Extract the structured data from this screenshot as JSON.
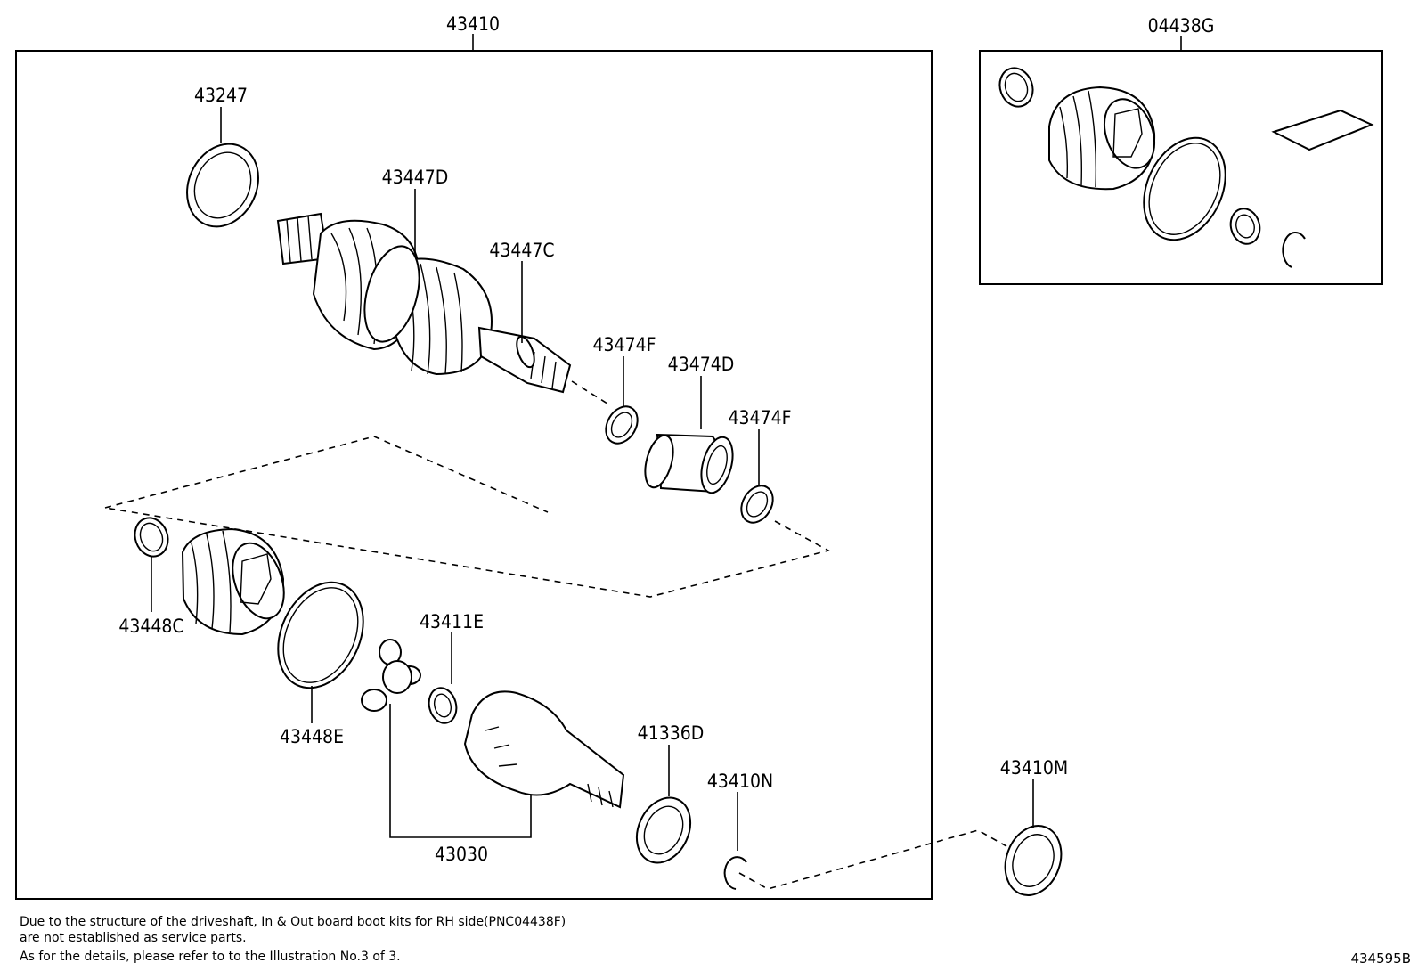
{
  "diagram": {
    "assembly_label": "43410",
    "kit_label": "04438G",
    "part_labels": {
      "p43247": "43247",
      "p43447D": "43447D",
      "p43447C": "43447C",
      "p43474F_a": "43474F",
      "p43474D": "43474D",
      "p43474F_b": "43474F",
      "p43448C": "43448C",
      "p43448E": "43448E",
      "p43411E": "43411E",
      "p43030": "43030",
      "p41336D": "41336D",
      "p43410N": "43410N",
      "p43410M": "43410M"
    },
    "notes": [
      "Due to the structure of the driveshaft, In & Out board  boot kits for RH side(PNC04438F)",
      "are not established as service parts.",
      "As for the details, please refer to to the Illustration No.3 of 3."
    ],
    "illustration_id": "434595B"
  }
}
